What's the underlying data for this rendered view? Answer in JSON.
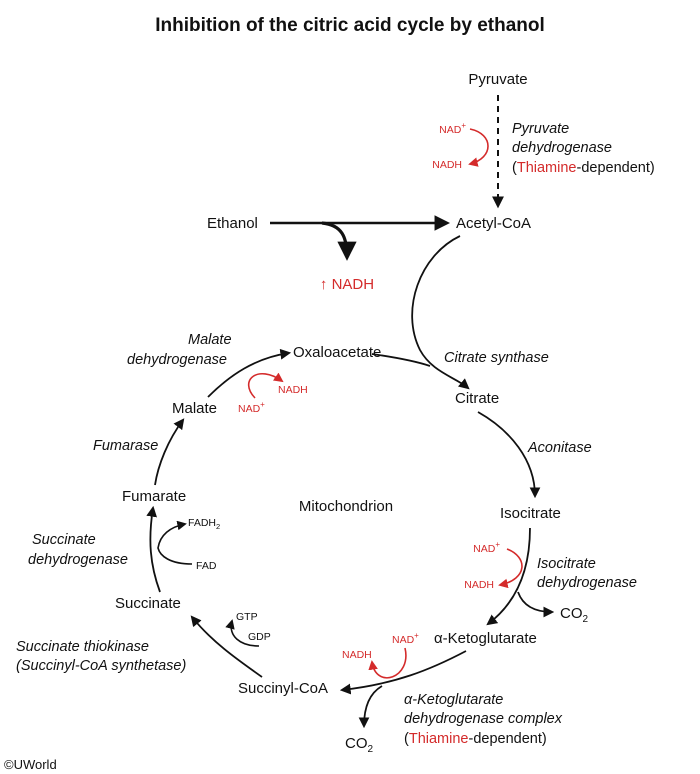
{
  "title": "Inhibition of the citric acid cycle by ethanol",
  "compartment": "Mitochondrion",
  "copyright": "©UWorld",
  "nodes": {
    "pyruvate": "Pyruvate",
    "acetyl_coa": "Acetyl-CoA",
    "ethanol": "Ethanol",
    "nadh_increase": "↑ NADH",
    "oxaloacetate": "Oxaloacetate",
    "citrate": "Citrate",
    "isocitrate": "Isocitrate",
    "alpha_kg": "α-Ketoglutarate",
    "succinyl_coa": "Succinyl-CoA",
    "succinate": "Succinate",
    "fumarate": "Fumarate",
    "malate": "Malate"
  },
  "enzymes": {
    "pdh_line1": "Pyruvate",
    "pdh_line2": "dehydrogenase",
    "pdh_paren_open": "(",
    "pdh_thiamine": "Thiamine",
    "pdh_dependent": "-dependent)",
    "citrate_synthase": "Citrate synthase",
    "aconitase": "Aconitase",
    "idh_line1": "Isocitrate",
    "idh_line2": "dehydrogenase",
    "akgdh_line1": "α-Ketoglutarate",
    "akgdh_line2": "dehydrogenase complex",
    "akgdh_paren_open": "(",
    "akgdh_thiamine": "Thiamine",
    "akgdh_dependent": "-dependent)",
    "scs_line1": "Succinate thiokinase",
    "scs_line2": "(Succinyl-CoA synthetase)",
    "sdh_line1": "Succinate",
    "sdh_line2": "dehydrogenase",
    "fumarase": "Fumarase",
    "mdh_line1": "Malate",
    "mdh_line2": "dehydrogenase"
  },
  "cofactors": {
    "nad": "NAD",
    "nad_sup": "+",
    "nadh": "NADH",
    "co2": "CO",
    "co2_sub": "2",
    "gtp": "GTP",
    "gdp": "GDP",
    "fadh2": "FADH",
    "fadh2_sub": "2",
    "fad": "FAD"
  },
  "colors": {
    "accent_red": "#d42b2b",
    "ink": "#111111"
  }
}
